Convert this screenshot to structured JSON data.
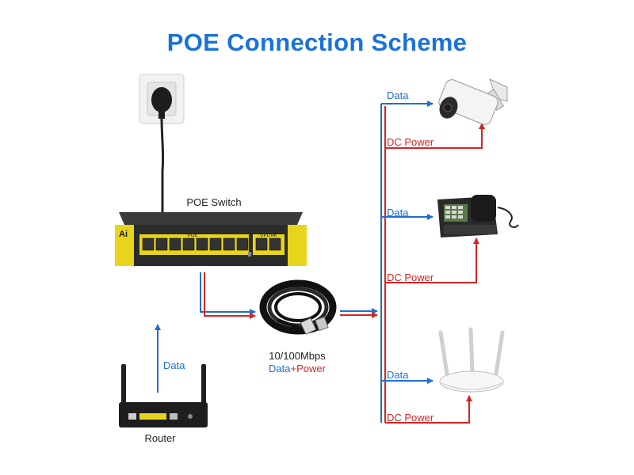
{
  "title": "POE Connection Scheme",
  "colors": {
    "title": "#1a72d9",
    "data_line": "#1f6fd0",
    "power_line": "#d42525"
  },
  "nodes": {
    "switch": {
      "label": "POE Switch",
      "brand": "Ai",
      "port_group_label": "POE",
      "uplink_label": "UPLINK"
    },
    "cable": {
      "label_speed": "10/100Mbps",
      "label_data": "Data",
      "label_plus": "+",
      "label_power": "Power"
    },
    "router": {
      "label": "Router",
      "data_label": "Data"
    }
  },
  "devices": [
    {
      "name": "ip-camera",
      "data_label": "Data",
      "power_label": "DC Power"
    },
    {
      "name": "ip-phone",
      "data_label": "Data",
      "power_label": "DC Power"
    },
    {
      "name": "wireless-access-point",
      "data_label": "Data",
      "power_label": "DC Power"
    }
  ]
}
